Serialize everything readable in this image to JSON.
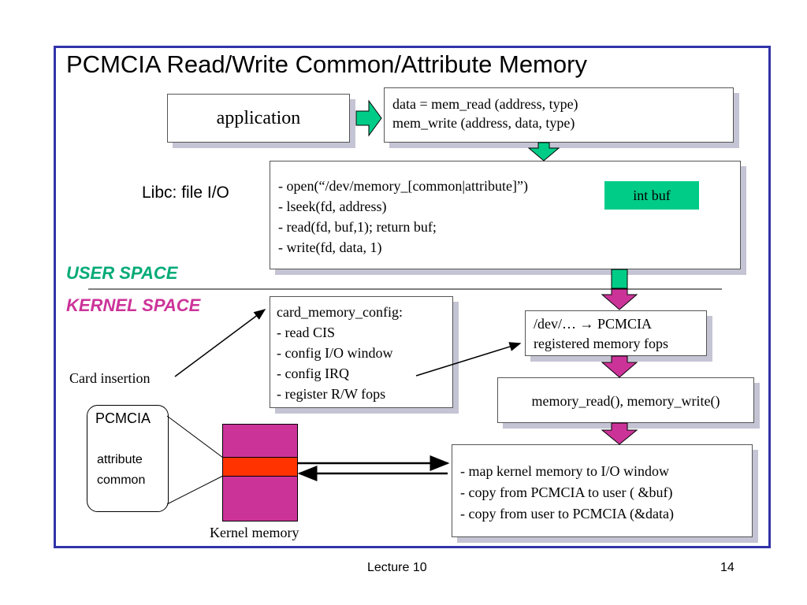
{
  "title": "PCMCIA Read/Write Common/Attribute Memory",
  "application_box": {
    "label": "application"
  },
  "api_box": {
    "lines": [
      "data = mem_read (address, type)",
      "mem_write (address, data, type)"
    ]
  },
  "libc_label": "Libc: file I/O",
  "libc_box": {
    "lines": [
      "- open(“/dev/memory_[common|attribute]”)",
      "- lseek(fd, address)",
      "- read(fd, buf,1); return buf;",
      "- write(fd, data, 1)"
    ]
  },
  "int_buf": {
    "label": "int buf",
    "color": "#00cc88"
  },
  "user_space": {
    "label": "USER SPACE",
    "color": "#00aa77"
  },
  "kernel_space": {
    "label": "KERNEL SPACE",
    "color": "#cc3399"
  },
  "config_box": {
    "lines": [
      "card_memory_config:",
      "- read CIS",
      "- config I/O window",
      "- config IRQ",
      "- register R/W fops"
    ]
  },
  "card_insertion": "Card insertion",
  "fops_box": {
    "lines": [
      "/dev/… → PCMCIA",
      "registered memory fops"
    ]
  },
  "mem_funcs_box": {
    "label": "memory_read(), memory_write()"
  },
  "map_box": {
    "lines": [
      "- map kernel memory to I/O window",
      "- copy from PCMCIA to user ( &buf)",
      "- copy from user to PCMCIA (&data)"
    ]
  },
  "pcmcia_card": {
    "title": "PCMCIA",
    "line1": "attribute",
    "line2": "common"
  },
  "kernel_memory": {
    "label": "Kernel memory",
    "block_color": "#cc3399",
    "window_color": "#ff3300"
  },
  "footer": {
    "lecture": "Lecture 10",
    "page": "14"
  },
  "colors": {
    "frame": "#3333aa",
    "arrow_green": "#00cc88",
    "arrow_magenta": "#cc3399",
    "shadow": "#c4c4d4"
  }
}
